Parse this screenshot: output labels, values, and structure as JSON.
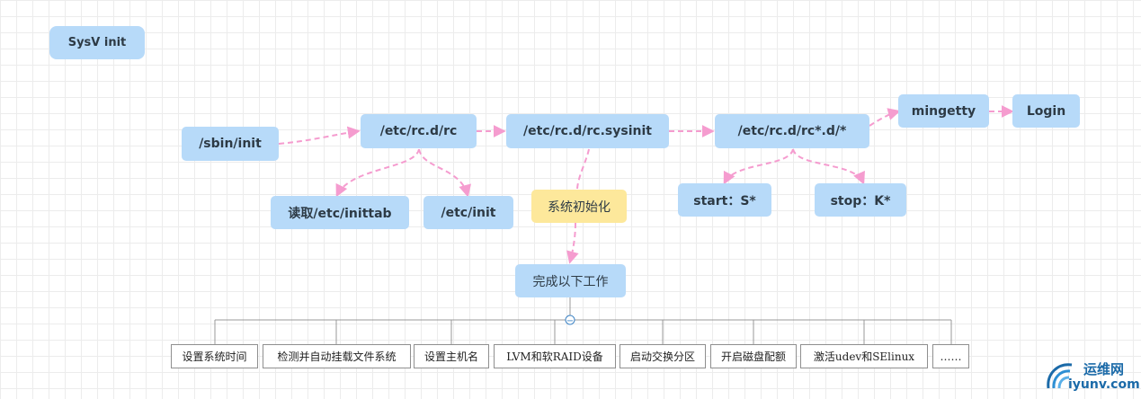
{
  "title": "SysV init",
  "nodes": {
    "sbin_init": "/sbin/init",
    "rc": "/etc/rc.d/rc",
    "rc_sysinit": "/etc/rc.d/rc.sysinit",
    "rcN": "/etc/rc.d/rc*.d/*",
    "mingetty": "mingetty",
    "login": "Login",
    "read_inittab": "读取/etc/inittab",
    "etc_init": "/etc/init",
    "sys_init": "系统初始化",
    "start": "start：S*",
    "stop": "stop：K*",
    "complete_tasks": "完成以下工作"
  },
  "tasks": [
    "设置系统时间",
    "检测并自动挂载文件系统",
    "设置主机名",
    "LVM和软RAID设备",
    "启动交换分区",
    "开启磁盘配额",
    "激活udev和SElinux",
    "……"
  ],
  "collapse_symbol": "−",
  "watermark": {
    "cn": "运维网",
    "url": "iyunv.com"
  },
  "colors": {
    "node_fill": "#b7daf9",
    "highlight_fill": "#fde89b",
    "arrow": "#f59ccf",
    "tree_line": "#999999"
  }
}
